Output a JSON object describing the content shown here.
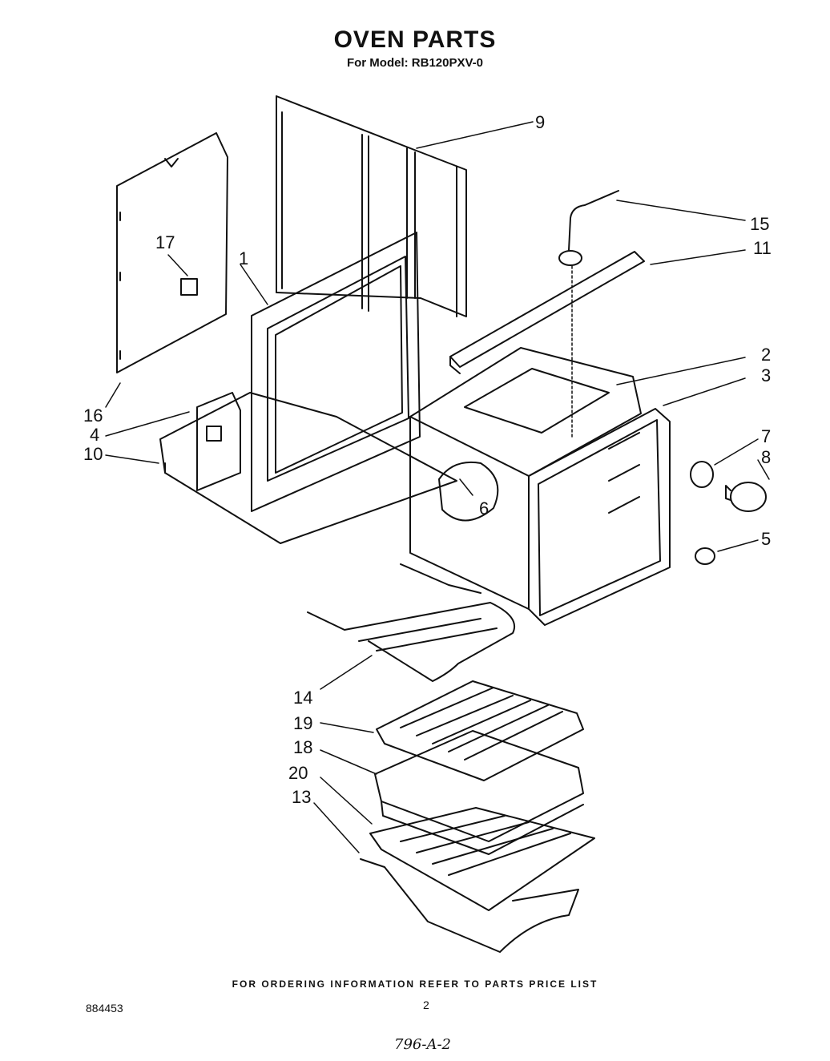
{
  "header": {
    "title": "OVEN PARTS",
    "subtitle": "For Model: RB120PXV-0"
  },
  "callouts": [
    {
      "id": "c9",
      "label": "9"
    },
    {
      "id": "c15",
      "label": "15"
    },
    {
      "id": "c11",
      "label": "11"
    },
    {
      "id": "c17",
      "label": "17"
    },
    {
      "id": "c1",
      "label": "1"
    },
    {
      "id": "c2",
      "label": "2"
    },
    {
      "id": "c3",
      "label": "3"
    },
    {
      "id": "c16",
      "label": "16"
    },
    {
      "id": "c4",
      "label": "4"
    },
    {
      "id": "c10",
      "label": "10"
    },
    {
      "id": "c7",
      "label": "7"
    },
    {
      "id": "c8",
      "label": "8"
    },
    {
      "id": "c6",
      "label": "6"
    },
    {
      "id": "c5",
      "label": "5"
    },
    {
      "id": "c14",
      "label": "14"
    },
    {
      "id": "c19",
      "label": "19"
    },
    {
      "id": "c18",
      "label": "18"
    },
    {
      "id": "c20",
      "label": "20"
    },
    {
      "id": "c13",
      "label": "13"
    }
  ],
  "footer": {
    "ordering_note": "FOR ORDERING INFORMATION REFER TO PARTS PRICE LIST",
    "doc_number": "884453",
    "page_number": "2",
    "handwritten": "796-A-2"
  }
}
